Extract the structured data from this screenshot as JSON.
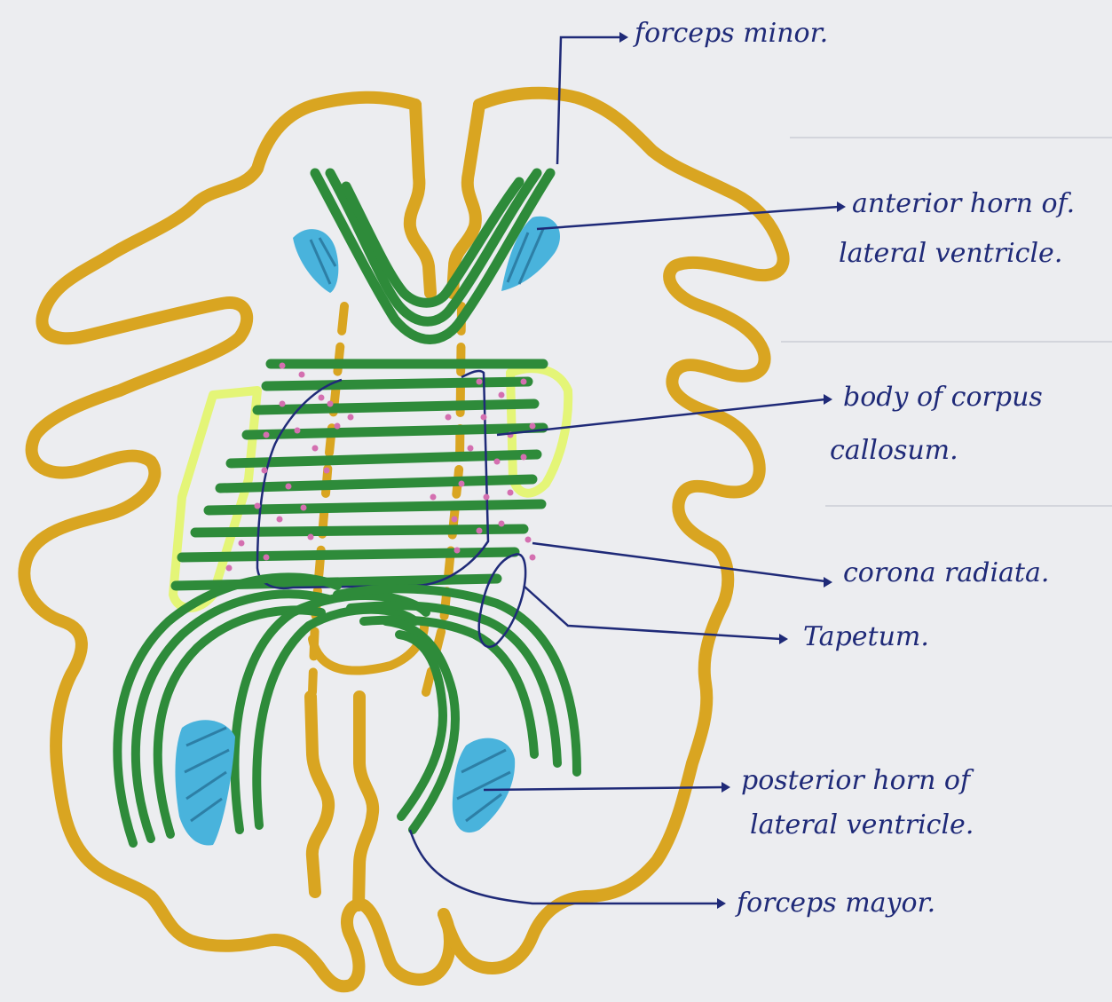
{
  "colors": {
    "paper": "#ecedf0",
    "outline": "#d9a521",
    "fibers": "#2e8b3a",
    "ventricles": "#49b3dc",
    "radiata_dots": "#d46fb0",
    "tapetum_outline": "#e4f577",
    "pen": "#1f2a78",
    "ghost_text": "#c7c9d2"
  },
  "labels": {
    "forceps_minor": "forceps minor.",
    "anterior_horn_line1": "anterior horn of.",
    "anterior_horn_line2": "lateral ventricle.",
    "body_corpus_line1": "body of corpus",
    "body_corpus_line2": "callosum.",
    "corona_radiata": "corona radiata.",
    "tapetum": "Tapetum.",
    "posterior_horn_line1": "posterior horn of",
    "posterior_horn_line2": "lateral ventricle.",
    "forceps_major": "forceps mayor."
  },
  "icons": {
    "arrowhead": "arrowhead-icon"
  }
}
